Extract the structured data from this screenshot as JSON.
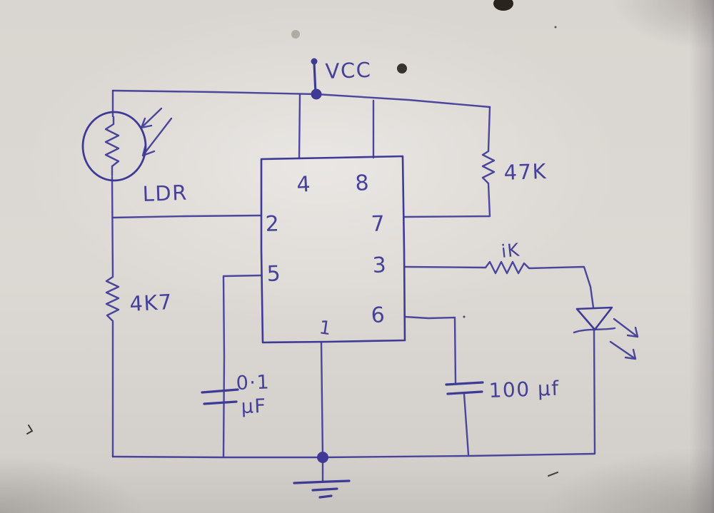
{
  "diagram": {
    "kind": "hand-drawn 555 timer LDR circuit schematic on paper",
    "labels": {
      "vcc": "VCC",
      "ldr": "LDR",
      "resistor_left": "4K7",
      "resistor_top_right": "47K",
      "resistor_led": "iK",
      "cap_small_value": "0·1",
      "cap_small_unit": "μF",
      "cap_large": "100 μf"
    },
    "ic_pins": {
      "pin4": "4",
      "pin8": "8",
      "pin2": "2",
      "pin7": "7",
      "pin5": "5",
      "pin3": "3",
      "pin6": "6",
      "pin1": "1"
    },
    "colors": {
      "ink": "#3e3a96",
      "paper": "#dcd8d3"
    }
  }
}
